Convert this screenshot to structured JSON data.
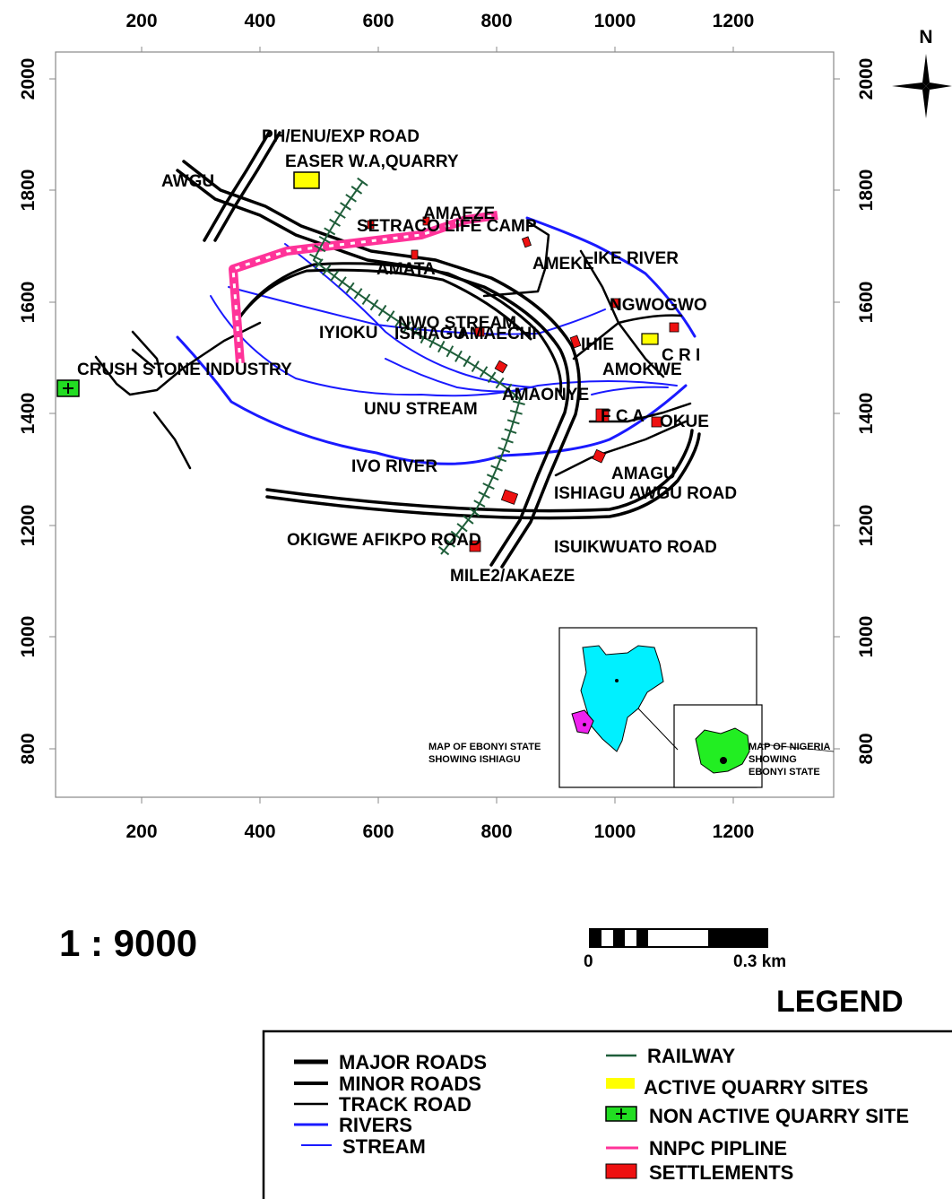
{
  "map": {
    "x_ticks": [
      "200",
      "400",
      "600",
      "800",
      "1000",
      "1200"
    ],
    "y_ticks": [
      "2000",
      "1800",
      "1600",
      "1400",
      "1200",
      "1000",
      "800"
    ],
    "north_label": "N",
    "places": {
      "ph_enu_exp_road": "PH/ENU/EXP ROAD",
      "easer_quarry": "EASER W.A,QUARRY",
      "awgu": "AWGU",
      "amaeze": "AMAEZE",
      "setraco": "SETRACO LIFE CAMP",
      "ameke": "AMEKE",
      "ike_river": "IKE RIVER",
      "amata": "AMATA",
      "ngwogwo": "NGWOGWO",
      "iyioku": "IYIOKU",
      "nwo_stream": "NWO STREAM",
      "ishiagu_text": "ISHIAGU",
      "amaechi": "AMAECHI",
      "ihie": "IHIE",
      "cri": "C R I",
      "crush_stone": "CRUSH STONE INDUSTRY",
      "amokwe": "AMOKWE",
      "amaonye": "AMAONYE",
      "unu_stream": "UNU STREAM",
      "fca": "F C A",
      "okue": "OKUE",
      "ivo_river": "IVO RIVER",
      "amagu": "AMAGU",
      "ishiagu_awgu_road": "ISHIAGU AWGU ROAD",
      "okigwe_afikpo_road": "OKIGWE AFIKPO ROAD",
      "isuikwuato_road": "ISUIKWUATO ROAD",
      "mile2_akaeze": "MILE2/AKAEZE"
    },
    "inset": {
      "ebonyi_caption_1": "MAP OF EBONYI STATE",
      "ebonyi_caption_2": "SHOWING ISHIAGU",
      "nigeria_caption_1": "MAP OF NIGERIA",
      "nigeria_caption_2": "SHOWING",
      "nigeria_caption_3": "EBONYI STATE"
    }
  },
  "scale": {
    "ratio": "1 : 9000",
    "bar_start": "0",
    "bar_end": "0.3 km"
  },
  "legend": {
    "title": "LEGEND",
    "items": {
      "major_roads": "MAJOR ROADS",
      "minor_roads": "MINOR ROADS",
      "track_road": "TRACK ROAD",
      "rivers": "RIVERS",
      "stream": "STREAM",
      "railway": "RAILWAY",
      "active_quarry": "ACTIVE QUARRY SITES",
      "non_active_quarry": "NON ACTIVE QUARRY SITE",
      "nnpc_pipeline": "NNPC PIPLINE",
      "settlements": "SETTLEMENTS"
    }
  },
  "colors": {
    "road": "#000000",
    "river": "#1a1aff",
    "railway": "#1f5e3a",
    "pipeline": "#ff3399",
    "active_quarry": "#ffff00",
    "non_active_quarry": "#22dd22",
    "settlement": "#ee1111",
    "ebonyi_fill": "#00f0ff",
    "nigeria_fill": "#22ee22",
    "ishiagu_fill": "#ee22ee"
  }
}
